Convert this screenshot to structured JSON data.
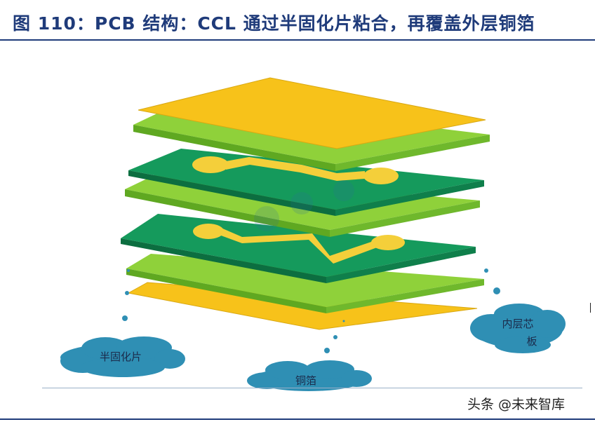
{
  "figure": {
    "title": "图 110：PCB 结构：CCL 通过半固化片粘合，再覆盖外层铜箔"
  },
  "labels": {
    "prepreg": "半固化片",
    "copper_foil": "铜箔",
    "inner_core_line1": "内层芯",
    "inner_core_line2": "板"
  },
  "watermark": {
    "text": "头条 @未来智库"
  },
  "colors": {
    "title_blue": "#1f3b7a",
    "copper_yellow": "#f7c21a",
    "prepreg_light_green": "#8fd13a",
    "core_dark_green": "#159a5c",
    "pad_yellow": "#f4cf3a",
    "cloud_blue": "#2f8fb4"
  },
  "layers": [
    "copper-foil-top",
    "prepreg-top",
    "inner-core-upper",
    "prepreg-middle",
    "inner-core-lower",
    "prepreg-bottom",
    "copper-foil-bottom"
  ]
}
